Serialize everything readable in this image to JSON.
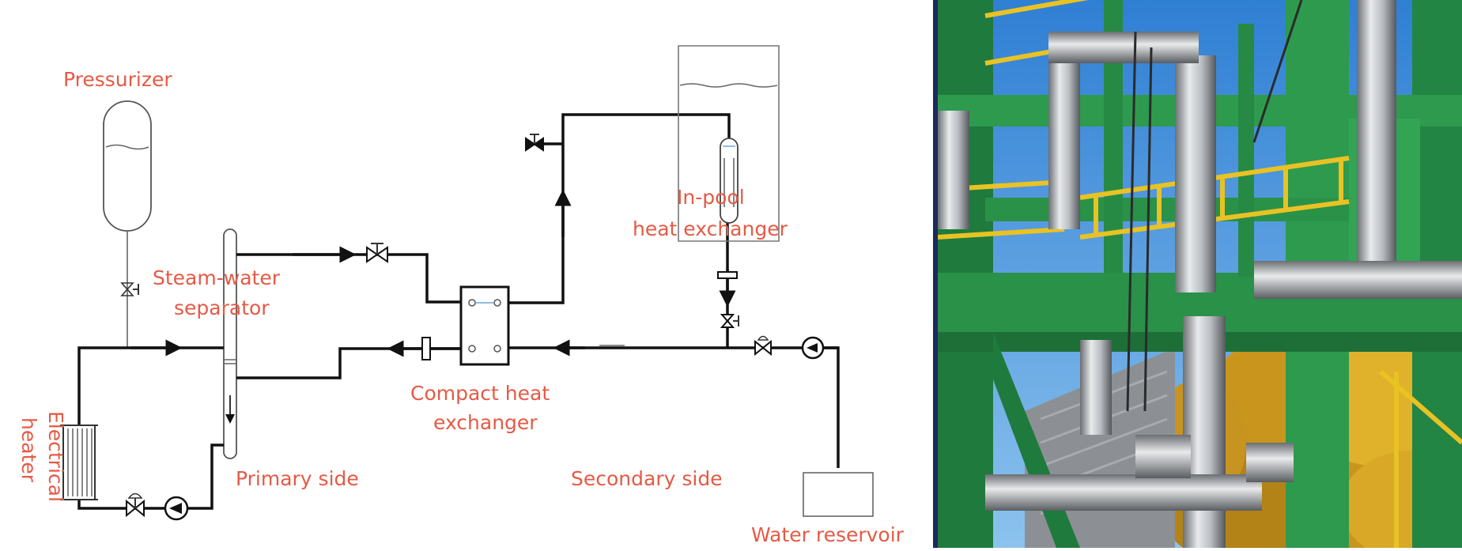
{
  "diagram": {
    "labels": {
      "pressurizer": "Pressurizer",
      "steam_water_line1": "Steam-water",
      "steam_water_line2": "separator",
      "in_pool_line1": "In-pool",
      "in_pool_line2": "heat exchanger",
      "compact_line1": "Compact heat",
      "compact_line2": "exchanger",
      "electrical_line1": "Electrical",
      "electrical_line2": "heater",
      "primary_side": "Primary side",
      "secondary_side": "Secondary side",
      "water_reservoir": "Water reservoir"
    },
    "colors": {
      "label": "#e55a45",
      "pipe": "#111111",
      "divider": "#1b2a5c",
      "steel": "#2e9a4e",
      "railing": "#e9c224",
      "sky": "#3d94e0",
      "foliage": "#d9a521"
    }
  }
}
